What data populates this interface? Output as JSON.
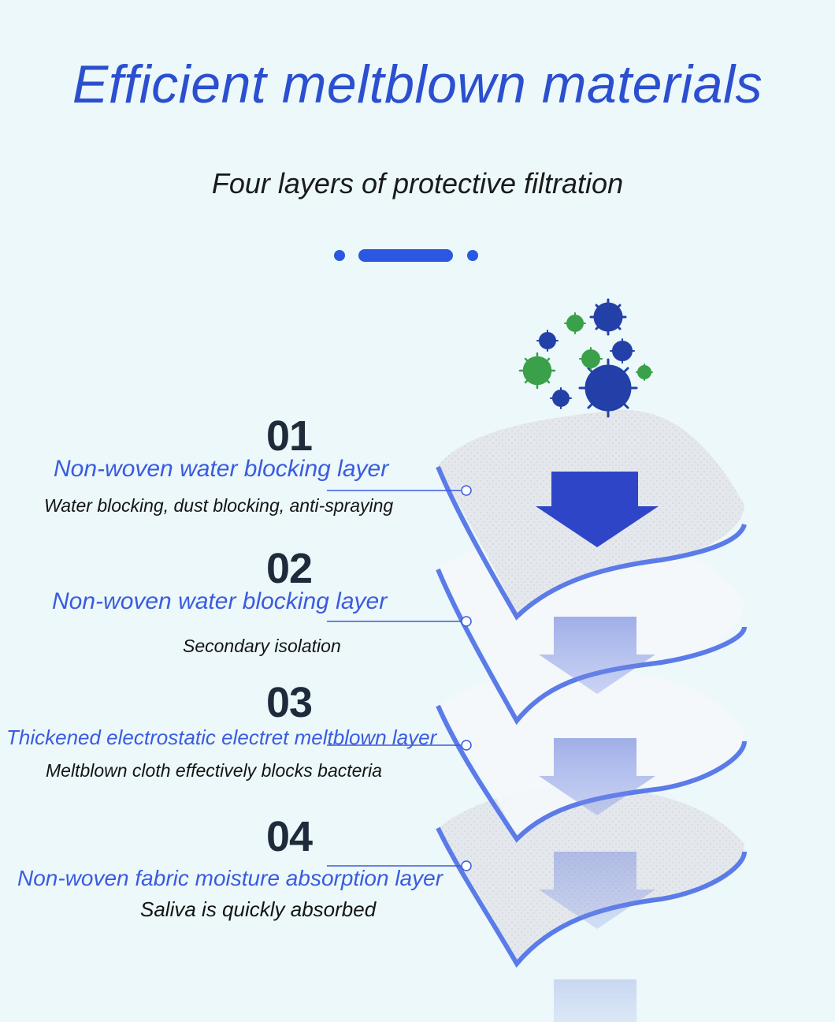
{
  "header": {
    "title": "Efficient meltblown materials",
    "subtitle": "Four layers of protective filtration"
  },
  "layers": [
    {
      "number": "01",
      "title": "Non-woven water blocking layer",
      "description": "Water blocking, dust blocking, anti-spraying"
    },
    {
      "number": "02",
      "title": "Non-woven water blocking layer",
      "description": "Secondary isolation"
    },
    {
      "number": "03",
      "title": "Thickened electrostatic electret meltblown layer",
      "description": "Meltblown cloth effectively blocks bacteria"
    },
    {
      "number": "04",
      "title": "Non-woven fabric moisture absorption layer",
      "description": "Saliva is quickly absorbed"
    }
  ],
  "colors": {
    "background": "#ecf8f9",
    "accent_blue": "#2b4fd0",
    "layer_edge": "#5b7be8",
    "virus_blue": "#2340a8",
    "virus_green": "#3aa04a"
  },
  "icons": [
    "virus-icon",
    "arrow-down-icon"
  ]
}
